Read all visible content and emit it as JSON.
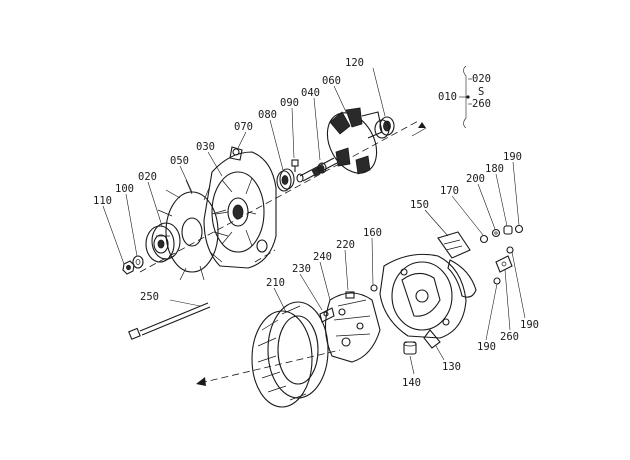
{
  "assembly": {
    "root": "010",
    "range_from": "020",
    "range_sep": "S",
    "range_to": "260"
  },
  "callouts": [
    {
      "id": "c120",
      "text": "120"
    },
    {
      "id": "c060a",
      "text": "060"
    },
    {
      "id": "c040",
      "text": "040"
    },
    {
      "id": "c090",
      "text": "090"
    },
    {
      "id": "c080",
      "text": "080"
    },
    {
      "id": "c070",
      "text": "070"
    },
    {
      "id": "c030",
      "text": "030"
    },
    {
      "id": "c050",
      "text": "050"
    },
    {
      "id": "c020",
      "text": "020"
    },
    {
      "id": "c100",
      "text": "100"
    },
    {
      "id": "c110",
      "text": "110"
    },
    {
      "id": "c190a",
      "text": "190"
    },
    {
      "id": "c180",
      "text": "180"
    },
    {
      "id": "c200",
      "text": "200"
    },
    {
      "id": "c170",
      "text": "170"
    },
    {
      "id": "c150",
      "text": "150"
    },
    {
      "id": "c160",
      "text": "160"
    },
    {
      "id": "c220",
      "text": "220"
    },
    {
      "id": "c240",
      "text": "240"
    },
    {
      "id": "c230",
      "text": "230"
    },
    {
      "id": "c210",
      "text": "210"
    },
    {
      "id": "c250",
      "text": "250"
    },
    {
      "id": "c190b",
      "text": "190"
    },
    {
      "id": "c260",
      "text": "260"
    },
    {
      "id": "c190c",
      "text": "190"
    },
    {
      "id": "c130",
      "text": "130"
    },
    {
      "id": "c140",
      "text": "140"
    }
  ]
}
